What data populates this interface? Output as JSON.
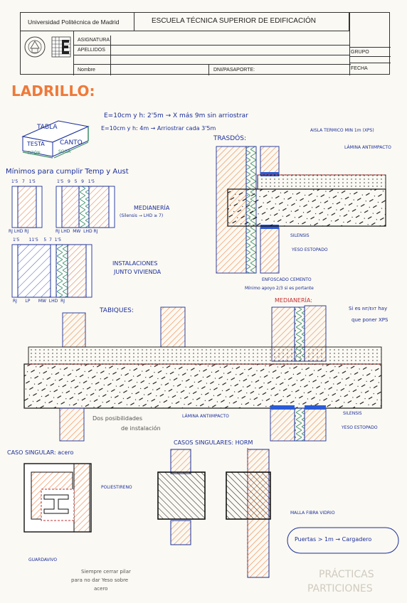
{
  "header": {
    "university": "Universidad Politécnica de Madrid",
    "school": "ESCUELA TÉCNICA SUPERIOR DE EDIFICACIÓN",
    "asignatura": "ASIGNATURA",
    "apellidos": "APELLIDOS",
    "nombre": "Nombre",
    "dni": "DNI/PASAPORTE:",
    "grupo": "GRUPO",
    "fecha": "FECHA"
  },
  "notes": {
    "title": "LADRILLO:",
    "brick_tabla": "TABLA",
    "brick_testa": "TESTA",
    "brick_canto": "CANTO",
    "brick_soga": "SOGA",
    "brick_tizon": "TIZÓN",
    "rule1": "E=10cm y h: 2'5m → X más 9m sin arriostrar",
    "rule2": "E=10cm y h: 4m → Arriostrar cada 3'5m",
    "minimos": "Mínimos para cumplir Temp y Aust",
    "trasdos": "TRASDÓS:",
    "aisla": "AISLA TERMICO MIN 1m (XPS)",
    "lamina1": "LÁMINA ANTIIMPACTO",
    "silensis1": "SILENSIS",
    "yeso1": "YESO ESTOPADO",
    "enfoscado": "ENFOSCADO CEMENTO",
    "minimo_apoyo": "Mínimo apoyo 2/3 si es portante",
    "medianeria1": "MEDIANERÍA",
    "silensis_note": "(Silensis → LHD ≥ 7)",
    "instalaciones1": "INSTALACIONES",
    "instalaciones2": "JUNTO VIVIENDA",
    "tabiques": "TABIQUES:",
    "medianeria2": "MEDIANERÍA:",
    "si_es1": "Si es",
    "si_es2": "INT",
    "si_es3": "EXT",
    "si_es4": "hay",
    "si_es5": "que poner XPS",
    "lamina2": "LÁMINA ANTIIMPACTO",
    "dos_pos1": "Dos posibilidades",
    "dos_pos2": "de instalación",
    "silensis2": "SILENSIS",
    "yeso2": "YESO ESTOPADO",
    "caso_acero": "CASO SINGULAR: acero",
    "casos_horm": "CASOS SINGULARES: HORM",
    "poliestireno": "POLIESTIRENO",
    "malla": "MALLA FIBRA VIDRIO",
    "guardavivo": "GUARDAVIVO",
    "siempre1": "Siempre cerrar pilar",
    "siempre2": "para no dar Yeso sobre",
    "siempre3": "acero",
    "puertas": "Puertas > 1m → Cargadero",
    "ghost1": "PRÁCTICAS",
    "ghost2": "PARTICIONES"
  },
  "dims": {
    "m1": [
      "1'5",
      "7",
      "1'5"
    ],
    "m2": [
      "1'5",
      "9",
      "5",
      "9",
      "1'5"
    ],
    "m3": [
      "1'5",
      "11'5",
      "5",
      "7",
      "1'5"
    ],
    "l1": [
      "RJ",
      "LHD",
      "RJ"
    ],
    "l2": [
      "RJ",
      "LHD",
      "MW",
      "LHD",
      "RJ"
    ],
    "l3": [
      "RJ",
      "LP",
      "MW",
      "LHD",
      "RJ"
    ]
  },
  "colors": {
    "ink": "#1a2f9a",
    "orange": "#ee8c4f",
    "green": "#3b8f6a",
    "blue": "#2b5bd6",
    "red": "#c03030"
  }
}
